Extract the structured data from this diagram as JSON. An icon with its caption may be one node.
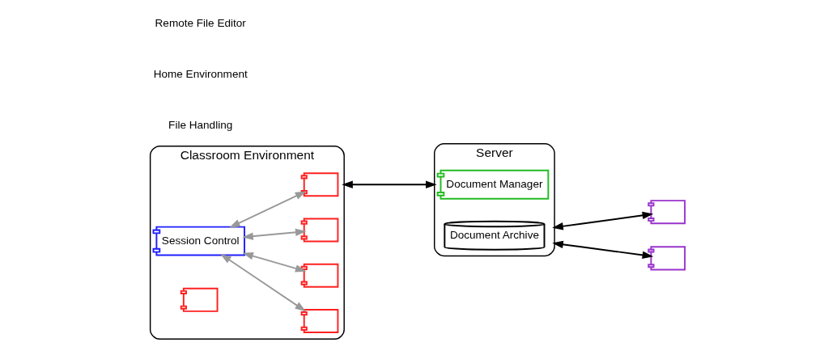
{
  "diagram": {
    "nodes": [
      {
        "text": [
          "Classroom Environment"
        ]
      },
      {
        "text": [
          "Session Control"
        ],
        "in": 0
      },
      {
        "text": [],
        "shape": "box",
        "in": 0
      },
      {
        "text": [],
        "shape": "box",
        "in": 0
      },
      {
        "text": [],
        "shape": "box",
        "in": 0
      },
      {
        "text": [],
        "shape": "box",
        "in": 0
      },
      {
        "text": [],
        "shape": "box",
        "in": 0
      },
      {
        "text": [
          "Server"
        ]
      },
      {
        "text": [
          "Document Manager"
        ],
        "in": 7
      },
      {
        "text": [
          "Document Archive"
        ],
        "in": 7
      },
      {
        "text": [],
        "shape": "box"
      },
      {
        "text": [],
        "shape": "box"
      }
    ],
    "edges": [
      {
        "from": 1,
        "to": 3,
        "arrow": "both",
        "color": "#999999"
      },
      {
        "from": 1,
        "to": 4,
        "arrow": "both",
        "color": "#999999"
      },
      {
        "from": 1,
        "to": 5,
        "arrow": "both",
        "color": "#999999"
      },
      {
        "from": 1,
        "to": 6,
        "arrow": "both",
        "color": "#999999"
      },
      {
        "from": 0,
        "to": 7,
        "arrow": "both",
        "color": "#000000"
      },
      {
        "from": 7,
        "to": 10,
        "arrow": "both",
        "color": "#000000"
      },
      {
        "from": 7,
        "to": 11,
        "arrow": "both",
        "color": "#000000"
      }
    ],
    "labels": [
      "File Handling",
      "Home Environment",
      "Remote File Editor"
    ]
  }
}
